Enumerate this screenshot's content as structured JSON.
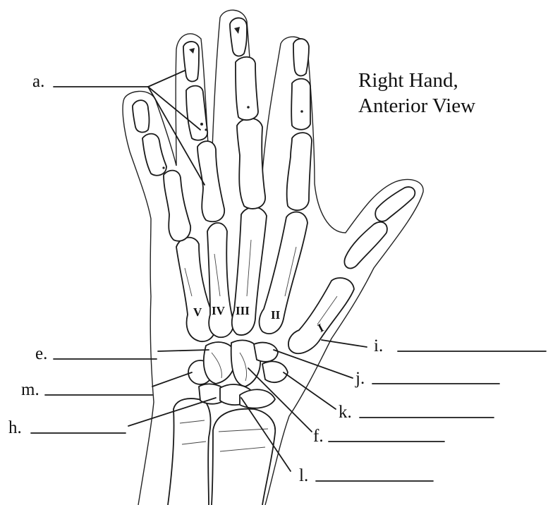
{
  "title": {
    "line1": "Right Hand,",
    "line2": "Anterior View"
  },
  "labels": {
    "a": "a.",
    "e": "e.",
    "m": "m.",
    "h": "h.",
    "i": "i.",
    "j": "j.",
    "k": "k.",
    "f": "f.",
    "l": "l."
  },
  "metacarpal_numerals": {
    "I": "I",
    "II": "II",
    "III": "III",
    "IV": "IV",
    "V": "V"
  },
  "colors": {
    "ink": "#1a1a1a",
    "paper": "#ffffff"
  }
}
